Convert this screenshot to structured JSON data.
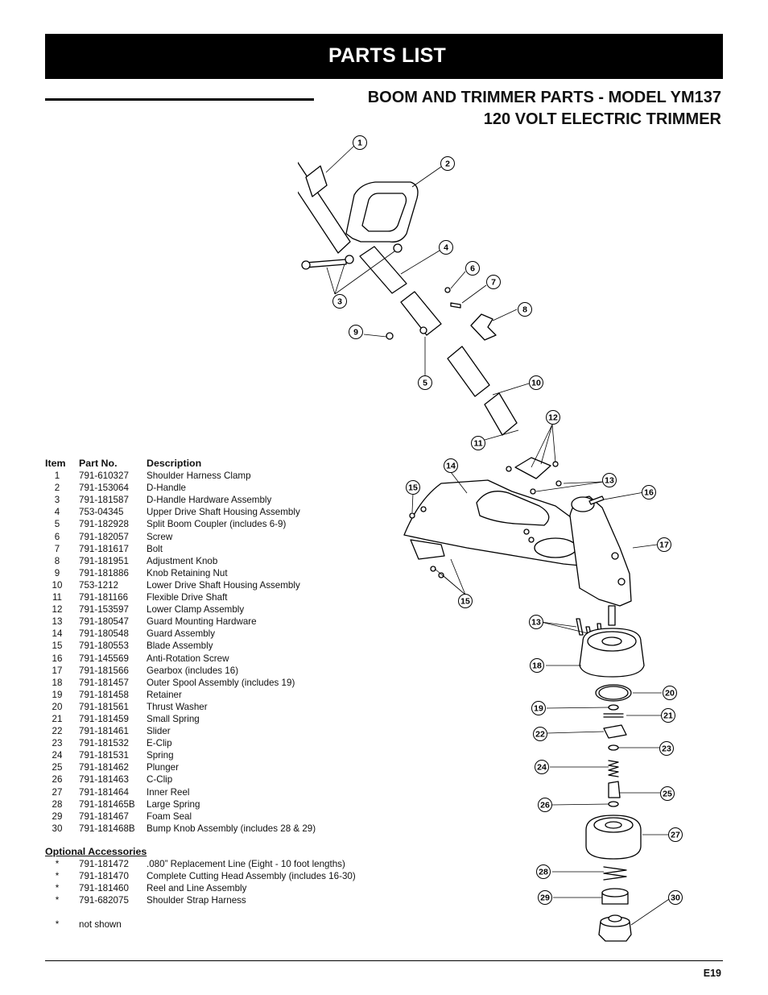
{
  "banner": {
    "title": "PARTS LIST"
  },
  "heading": {
    "line1": "BOOM AND TRIMMER PARTS - MODEL YM137",
    "line2": "120 VOLT ELECTRIC TRIMMER"
  },
  "parts_table": {
    "headers": {
      "item": "Item",
      "part": "Part No.",
      "description": "Description"
    },
    "rows": [
      {
        "item": "1",
        "part": "791-610327",
        "description": "Shoulder Harness Clamp"
      },
      {
        "item": "2",
        "part": "791-153064",
        "description": "D-Handle"
      },
      {
        "item": "3",
        "part": "791-181587",
        "description": "D-Handle Hardware Assembly"
      },
      {
        "item": "4",
        "part": "753-04345",
        "description": "Upper Drive Shaft Housing Assembly"
      },
      {
        "item": "5",
        "part": "791-182928",
        "description": "Split Boom Coupler (includes 6-9)"
      },
      {
        "item": "6",
        "part": "791-182057",
        "description": "Screw"
      },
      {
        "item": "7",
        "part": "791-181617",
        "description": "Bolt"
      },
      {
        "item": "8",
        "part": "791-181951",
        "description": "Adjustment Knob"
      },
      {
        "item": "9",
        "part": "791-181886",
        "description": "Knob Retaining Nut"
      },
      {
        "item": "10",
        "part": "753-1212",
        "description": "Lower Drive Shaft Housing Assembly"
      },
      {
        "item": "11",
        "part": "791-181166",
        "description": "Flexible Drive Shaft"
      },
      {
        "item": "12",
        "part": "791-153597",
        "description": "Lower Clamp Assembly"
      },
      {
        "item": "13",
        "part": "791-180547",
        "description": "Guard Mounting Hardware"
      },
      {
        "item": "14",
        "part": "791-180548",
        "description": "Guard Assembly"
      },
      {
        "item": "15",
        "part": "791-180553",
        "description": "Blade Assembly"
      },
      {
        "item": "16",
        "part": "791-145569",
        "description": "Anti-Rotation Screw"
      },
      {
        "item": "17",
        "part": "791-181566",
        "description": "Gearbox (includes 16)"
      },
      {
        "item": "18",
        "part": "791-181457",
        "description": "Outer Spool Assembly (includes 19)"
      },
      {
        "item": "19",
        "part": "791-181458",
        "description": "Retainer"
      },
      {
        "item": "20",
        "part": "791-181561",
        "description": "Thrust Washer"
      },
      {
        "item": "21",
        "part": "791-181459",
        "description": "Small Spring"
      },
      {
        "item": "22",
        "part": "791-181461",
        "description": "Slider"
      },
      {
        "item": "23",
        "part": "791-181532",
        "description": "E-Clip"
      },
      {
        "item": "24",
        "part": "791-181531",
        "description": "Spring"
      },
      {
        "item": "25",
        "part": "791-181462",
        "description": "Plunger"
      },
      {
        "item": "26",
        "part": "791-181463",
        "description": "C-Clip"
      },
      {
        "item": "27",
        "part": "791-181464",
        "description": "Inner Reel"
      },
      {
        "item": "28",
        "part": "791-181465B",
        "description": "Large Spring"
      },
      {
        "item": "29",
        "part": "791-181467",
        "description": "Foam Seal"
      },
      {
        "item": "30",
        "part": "791-181468B",
        "description": "Bump Knob Assembly (includes 28 & 29)"
      }
    ]
  },
  "optional_accessories": {
    "title": "Optional Accessories",
    "rows": [
      {
        "item": "*",
        "part": "791-181472",
        "description": ".080” Replacement Line (Eight - 10 foot lengths)"
      },
      {
        "item": "*",
        "part": "791-181470",
        "description": "Complete Cutting Head Assembly (includes 16-30)"
      },
      {
        "item": "*",
        "part": "791-181460",
        "description": "Reel and Line Assembly"
      },
      {
        "item": "*",
        "part": "791-682075",
        "description": "Shoulder Strap Harness"
      }
    ]
  },
  "footnote": {
    "mark": "*",
    "text": "not shown"
  },
  "callouts": [
    "1",
    "2",
    "3",
    "4",
    "5",
    "6",
    "7",
    "8",
    "9",
    "10",
    "11",
    "12",
    "13",
    "15",
    "14",
    "16",
    "17",
    "15",
    "13",
    "18",
    "20",
    "19",
    "21",
    "22",
    "23",
    "24",
    "25",
    "26",
    "27",
    "28",
    "29",
    "30"
  ],
  "page_number": "E19"
}
